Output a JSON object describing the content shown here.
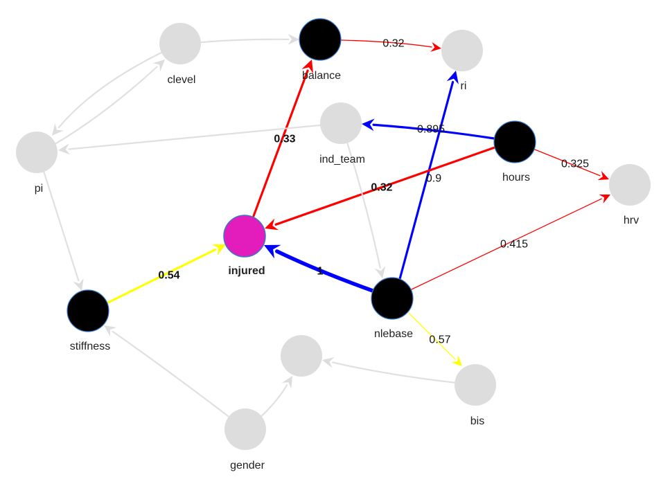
{
  "nodes": {
    "clevel": {
      "label": "clevel",
      "style": "faded"
    },
    "balance": {
      "label": "balance",
      "style": "active"
    },
    "ri": {
      "label": "ri",
      "style": "faded"
    },
    "pi": {
      "label": "pi",
      "style": "faded"
    },
    "ind_team": {
      "label": "ind_team",
      "style": "faded"
    },
    "hours": {
      "label": "hours",
      "style": "active"
    },
    "hrv": {
      "label": "hrv",
      "style": "faded"
    },
    "injured": {
      "label": "injured",
      "style": "target"
    },
    "stiffness": {
      "label": "stiffness",
      "style": "active"
    },
    "nlebase": {
      "label": "nlebase",
      "style": "active"
    },
    "bis": {
      "label": "bis",
      "style": "faded"
    },
    "gender": {
      "label": "gender",
      "style": "faded"
    },
    "unlabeled": {
      "label": "",
      "style": "faded"
    }
  },
  "edges": [
    {
      "id": "balance-ri",
      "from": "balance",
      "to": "ri",
      "label": "0.32",
      "color": "#ff0000",
      "weight": "thin"
    },
    {
      "id": "injured-balance",
      "from": "injured",
      "to": "balance",
      "label": "0.33",
      "color": "#ff0000",
      "weight": "medium",
      "bold": true
    },
    {
      "id": "hours-ind_team",
      "from": "hours",
      "to": "ind_team",
      "label": "0.895",
      "color": "#0000ff",
      "weight": "medium"
    },
    {
      "id": "nlebase-ri",
      "from": "nlebase",
      "to": "ri",
      "label": "0.9",
      "color": "#0000ff",
      "weight": "medium"
    },
    {
      "id": "hours-hrv",
      "from": "hours",
      "to": "hrv",
      "label": "0.325",
      "color": "#ff0000",
      "weight": "thin"
    },
    {
      "id": "hours-injured",
      "from": "hours",
      "to": "injured",
      "label": "0.32",
      "color": "#ff0000",
      "weight": "medium",
      "bold": true
    },
    {
      "id": "nlebase-hrv",
      "from": "nlebase",
      "to": "hrv",
      "label": "0.415",
      "color": "#ff0000",
      "weight": "thin"
    },
    {
      "id": "nlebase-injured",
      "from": "nlebase",
      "to": "injured",
      "label": "1",
      "color": "#0000ff",
      "weight": "thick",
      "bold": true
    },
    {
      "id": "stiffness-injured",
      "from": "stiffness",
      "to": "injured",
      "label": "0.54",
      "color": "#ffff00",
      "weight": "medium",
      "bold": true
    },
    {
      "id": "nlebase-bis",
      "from": "nlebase",
      "to": "bis",
      "label": "0.57",
      "color": "#ffff00",
      "weight": "thin"
    },
    {
      "id": "clevel-balance",
      "from": "clevel",
      "to": "balance",
      "label": "",
      "color": "#dddddd",
      "weight": "faded"
    },
    {
      "id": "clevel-pi",
      "from": "clevel",
      "to": "pi",
      "label": "",
      "color": "#dddddd",
      "weight": "faded"
    },
    {
      "id": "pi-clevel",
      "from": "pi",
      "to": "clevel",
      "label": "",
      "color": "#dddddd",
      "weight": "faded"
    },
    {
      "id": "ind_team-pi",
      "from": "ind_team",
      "to": "pi",
      "label": "",
      "color": "#dddddd",
      "weight": "faded"
    },
    {
      "id": "ind_team-nlebase",
      "from": "ind_team",
      "to": "nlebase",
      "label": "",
      "color": "#dddddd",
      "weight": "faded"
    },
    {
      "id": "pi-stiffness",
      "from": "pi",
      "to": "stiffness",
      "label": "",
      "color": "#dddddd",
      "weight": "faded"
    },
    {
      "id": "gender-stiffness",
      "from": "gender",
      "to": "stiffness",
      "label": "",
      "color": "#dddddd",
      "weight": "faded"
    },
    {
      "id": "gender-unlabeled",
      "from": "gender",
      "to": "unlabeled",
      "label": "",
      "color": "#dddddd",
      "weight": "faded"
    },
    {
      "id": "bis-unlabeled",
      "from": "bis",
      "to": "unlabeled",
      "label": "",
      "color": "#dddddd",
      "weight": "faded"
    }
  ],
  "colors": {
    "active_node_fill": "#000000",
    "active_node_stroke": "#3a78c8",
    "target_node_fill": "#e31cbc",
    "faded_node_fill": "#dddddd"
  }
}
